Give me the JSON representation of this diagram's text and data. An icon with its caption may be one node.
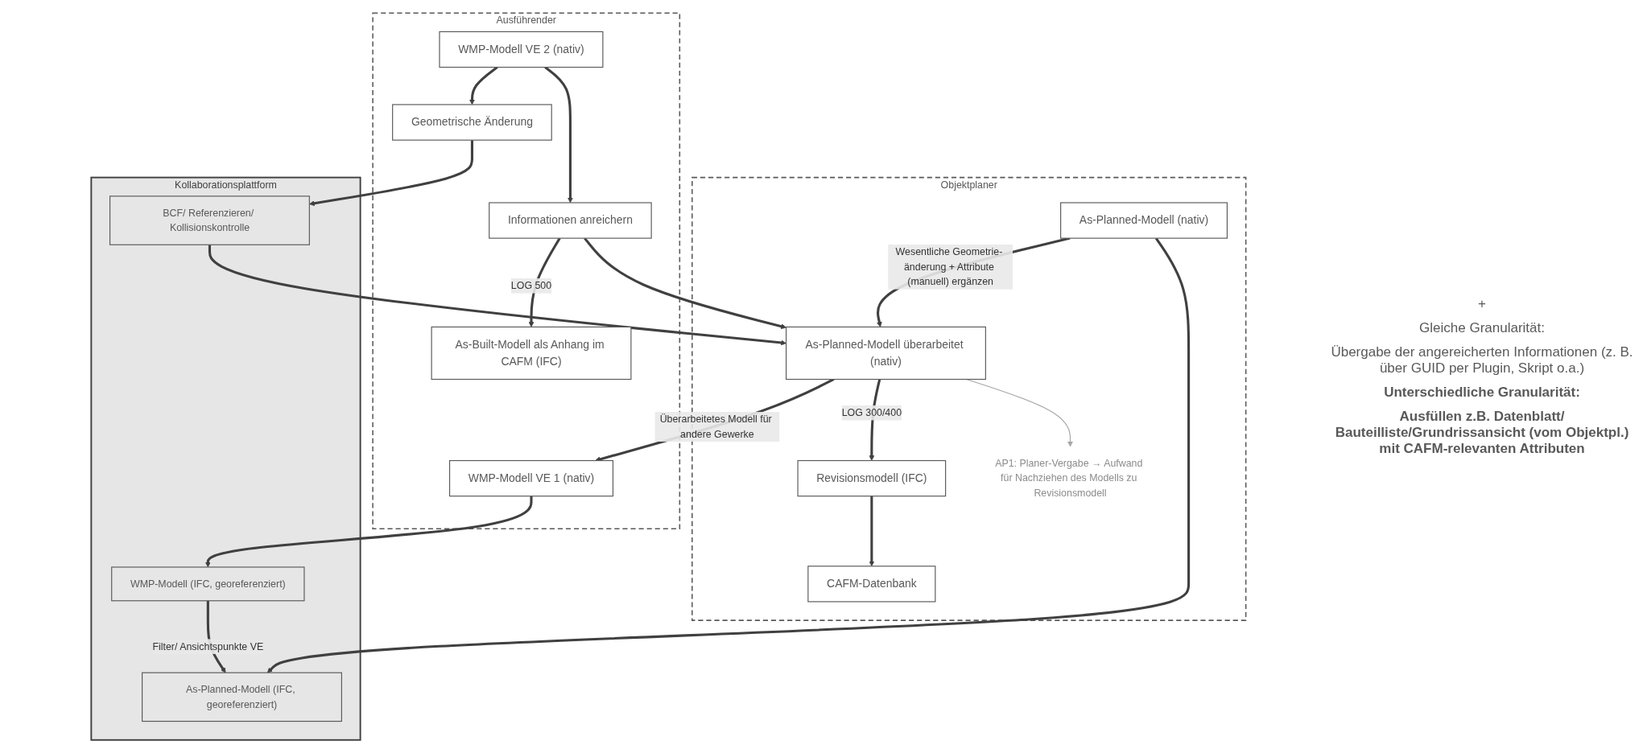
{
  "diagram": {
    "nodes": [
      {
        "text": [
          "Objektplaner"
        ]
      },
      {
        "text": [
          "As-Planned-Modell (nativ)"
        ],
        "in": 0
      },
      {
        "text": [
          "As-Planned-Modell überarbeitet (nativ)"
        ],
        "in": 0
      },
      {
        "text": [
          "Revisionsmodell (IFC)"
        ],
        "in": 0
      },
      {
        "text": [
          "CAFM-Datenbank"
        ],
        "in": 0
      },
      {
        "text": [
          "Ausführender"
        ]
      },
      {
        "text": [
          "WMP-Modell VE 1 (nativ)"
        ],
        "in": 5
      },
      {
        "text": [
          "WMP-Modell VE 2 (nativ)"
        ],
        "in": 5
      },
      {
        "text": [
          "Geometrische Änderung"
        ],
        "in": 5
      },
      {
        "text": [
          "Informationen anreichern"
        ],
        "in": 5
      },
      {
        "text": [
          "As-Built-Modell als Anhang im CAFM (IFC)"
        ],
        "in": 5
      },
      {
        "text": [
          "Kollaborationsplattform"
        ]
      },
      {
        "text": [
          "As-Planned-Modell (IFC, georeferenziert)"
        ],
        "in": 11
      },
      {
        "text": [
          "WMP-Modell (IFC, georeferenziert)"
        ],
        "in": 11
      },
      {
        "text": [
          "BCF/ Referenzieren/ Kollisionskontrolle"
        ],
        "in": 11
      },
      {
        "text": [
          "AP1: Planer-Vergabe → Aufwand für Nachziehen des Modells zu Revisionsmodell"
        ],
        "in": 0
      }
    ],
    "edges": [
      {
        "from": 1,
        "to": 2,
        "arrow": "to",
        "label": "Wesentliche Geometrie- änderung + Attribute (manuell) ergänzen"
      },
      {
        "from": 1,
        "to": 12,
        "arrow": "to"
      },
      {
        "from": 2,
        "to": 6,
        "arrow": "to",
        "label": "Überarbeitetes Modell für andere Gewerke"
      },
      {
        "from": 6,
        "to": 13,
        "arrow": "to"
      },
      {
        "from": 7,
        "to": 8,
        "arrow": "to"
      },
      {
        "from": 7,
        "to": 9,
        "arrow": "to"
      },
      {
        "from": 13,
        "to": 12,
        "arrow": "to",
        "label": "Filter/ Ansichtspunkte VE"
      },
      {
        "from": 8,
        "to": 14,
        "arrow": "to"
      },
      {
        "from": 14,
        "to": 2,
        "arrow": "to"
      },
      {
        "from": 9,
        "to": 2,
        "arrow": "to"
      },
      {
        "from": 9,
        "to": 10,
        "arrow": "to",
        "label": "LOG 500"
      },
      {
        "from": 2,
        "to": 3,
        "arrow": "to",
        "label": "LOG 300/400"
      },
      {
        "from": 3,
        "to": 4,
        "arrow": "to"
      },
      {
        "from": 2,
        "to": 15,
        "arrow": "to",
        "color": "#a6a6a6"
      }
    ],
    "labels": [
      "+",
      "Gleiche Granularität:",
      "Übergabe der angereicherten Informationen (z. B. über GUID per Plugin, Skript o.a.)",
      "Unterschiedliche Granularität:",
      "Ausfüllen z.B. Datenblatt/ Bauteilliste/Grundrissansicht (vom Objektpl.) mit CAFM-relevanten Attributen"
    ]
  }
}
